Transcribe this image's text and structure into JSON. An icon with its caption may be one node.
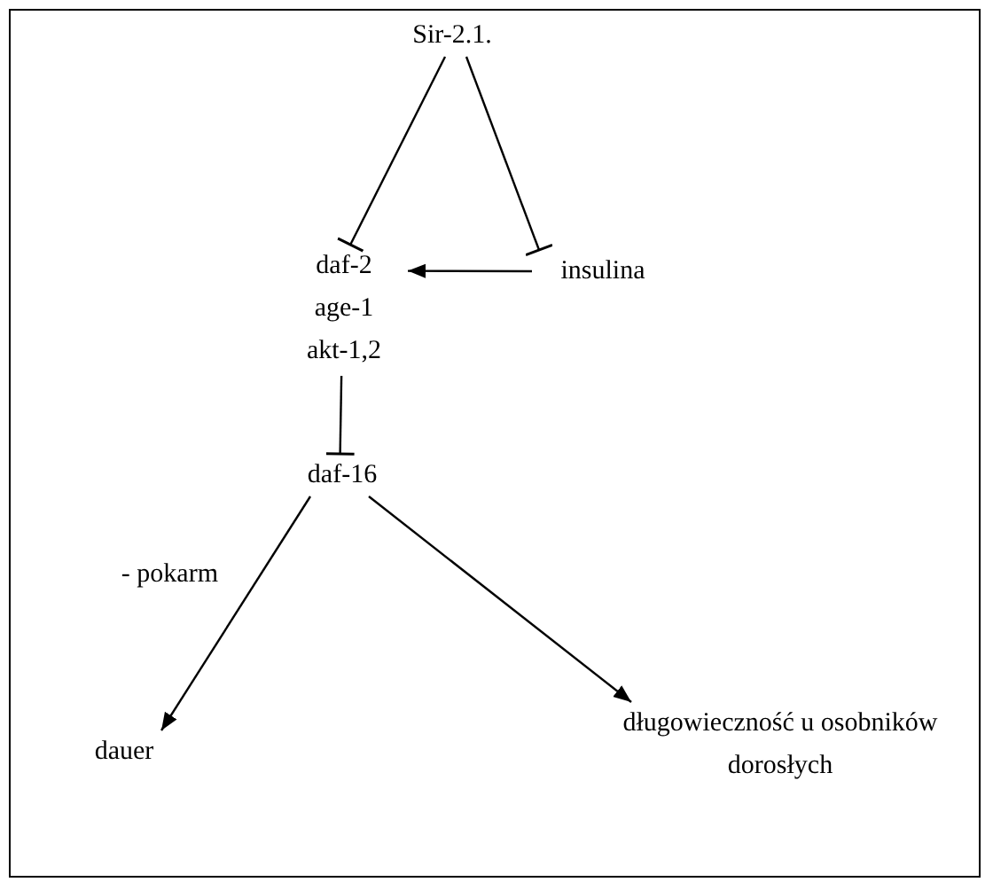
{
  "diagram": {
    "nodes": [
      {
        "text": [
          "Sir-2.1."
        ]
      },
      {
        "text": [
          "daf-2",
          "age-1",
          "akt-1,2"
        ]
      },
      {
        "text": [
          "insulina"
        ]
      },
      {
        "text": [
          "daf-16"
        ]
      },
      {
        "text": [
          "dauer"
        ]
      },
      {
        "text": [
          "długowieczność u osobników dorosłych"
        ]
      }
    ],
    "edges": [
      {
        "from": 0,
        "to": 1,
        "arrow": "other"
      },
      {
        "from": 0,
        "to": 2,
        "arrow": "other"
      },
      {
        "from": 2,
        "to": 1,
        "arrow": "to"
      },
      {
        "from": 1,
        "to": 3,
        "arrow": "other"
      },
      {
        "from": 3,
        "to": 4,
        "arrow": "to",
        "label": "- pokarm"
      },
      {
        "from": 3,
        "to": 5,
        "arrow": "to"
      }
    ]
  }
}
